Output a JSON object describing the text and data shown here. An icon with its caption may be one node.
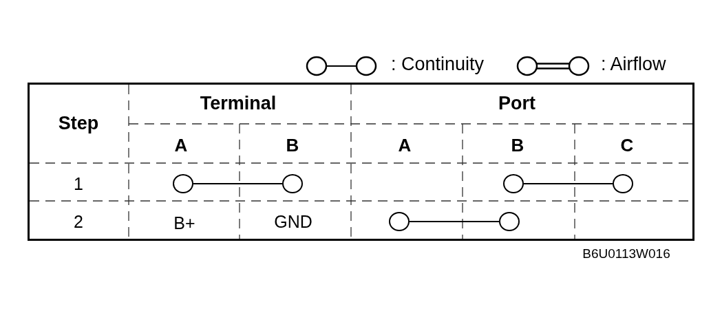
{
  "diagram": {
    "nodes": [
      {
        "text": [],
        "shape": "circle"
      },
      {
        "text": [],
        "shape": "circle"
      },
      {
        "text": [],
        "shape": "circle"
      },
      {
        "text": [],
        "shape": "circle"
      },
      {
        "text": [],
        "shape": "circle"
      },
      {
        "text": [],
        "shape": "circle"
      }
    ],
    "edges": [
      {
        "from": 0,
        "to": 1,
        "arrow": "none"
      },
      {
        "from": 2,
        "to": 3,
        "arrow": "none"
      },
      {
        "from": 4,
        "to": 5,
        "arrow": "none"
      }
    ],
    "labels": [
      "Step",
      "Terminal",
      "Port",
      "A",
      "B",
      "A",
      "B",
      "C",
      "1",
      "2",
      "B+",
      "GND",
      "B6U0113W016"
    ],
    "legend": [
      {
        "text": ": Continuity"
      },
      {
        "text": ": Airflow"
      }
    ]
  }
}
